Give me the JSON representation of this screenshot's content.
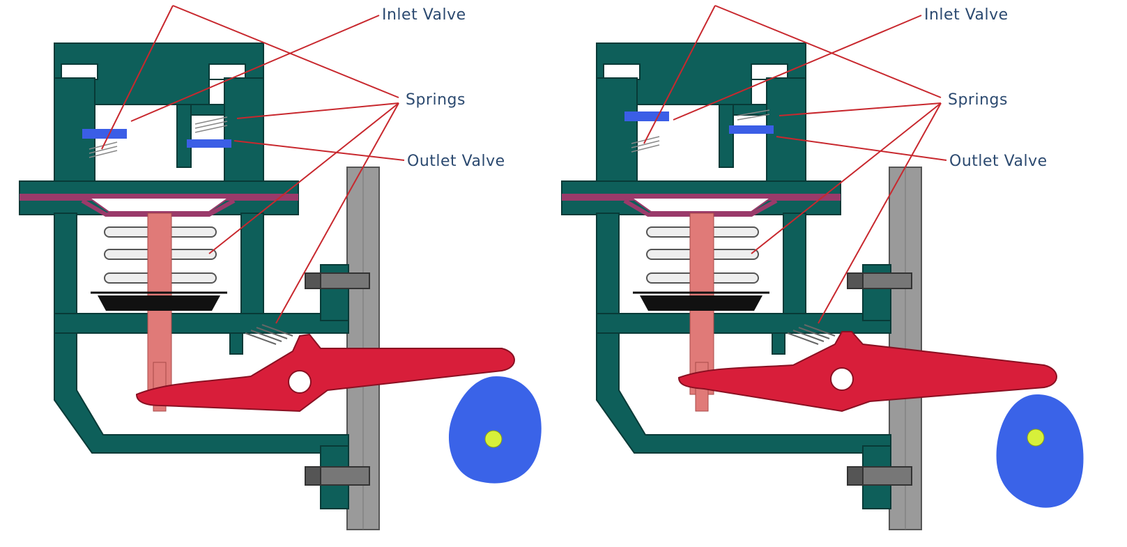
{
  "labels": {
    "inlet_valve": "Inlet Valve",
    "springs": "Springs",
    "outlet_valve": "Outlet Valve"
  },
  "panels": [
    {
      "state": "intake"
    },
    {
      "state": "delivery"
    }
  ],
  "colors": {
    "body": "#0e5f5a",
    "valve": "#3b5ee6",
    "diaphragm": "#9a3a6a",
    "pushrod": "#e07a78",
    "lever": "#d81e3a",
    "cam": "#3a63e8",
    "cam_hub": "#d7f03a",
    "engine_block": "#9a9a9a",
    "leader": "#c8282e",
    "label_text": "#2c4a70"
  }
}
